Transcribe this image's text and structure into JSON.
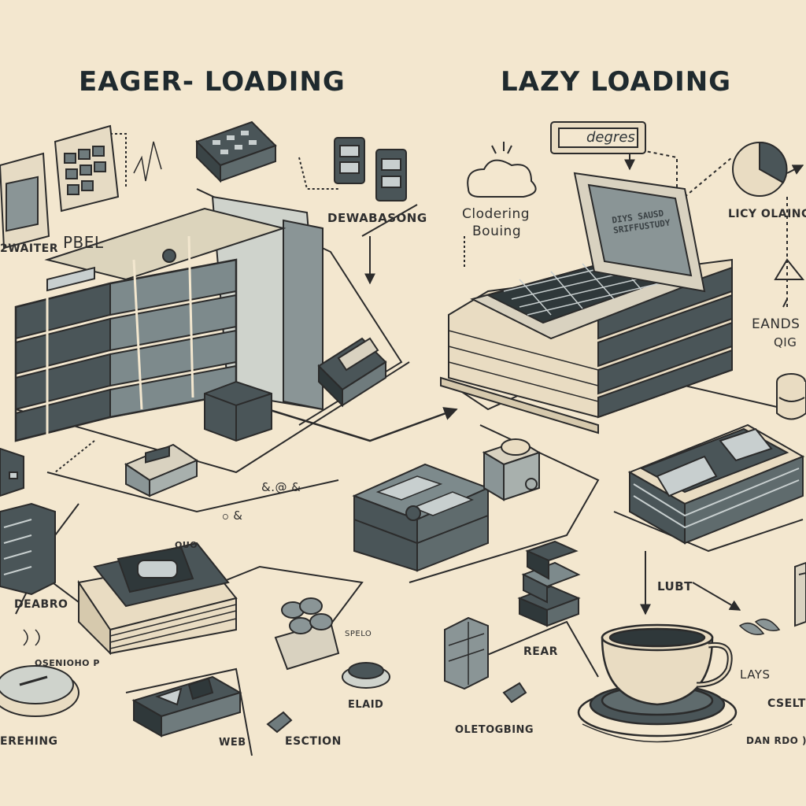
{
  "titles": {
    "left": "EAGER- LOADING",
    "right": "LAZY LOADING"
  },
  "labels": {
    "twaiter": "2WAITER",
    "pbel": "PBEL",
    "dewabasong": "DEWABASONG",
    "clodering": "Clodering",
    "bouing": "Bouing",
    "lacy_olaing": "LICY OLAING",
    "eands": "EANDS",
    "qig": "QIG",
    "quo": "QUO",
    "deabro": "DEABRO",
    "osenioho": "OSENIOHO P",
    "ereming": "EREHING",
    "web": "WEB",
    "esction": "ESCTION",
    "elaid": "ELAID",
    "spelo": "SPELO",
    "oletogbing": "OLETOGBING",
    "rear": "REAR",
    "lubt": "LUBT",
    "lays": "LAYS",
    "cselt": "CSELT",
    "dan_rdo": "DAN RDO )",
    "tiny_dots": "&.@ &",
    "tiny_dots2": "ဝ &"
  },
  "screen": {
    "laptop_text": "DIYS SAUSD SRIFFUSTUDY",
    "search_tag": "degres"
  },
  "palette": {
    "background": "#f3e7cf",
    "ink": "#2b2b2b",
    "slate": "#4a5558",
    "slate_light": "#7d8a8c",
    "paper": "#e9dcc2"
  }
}
